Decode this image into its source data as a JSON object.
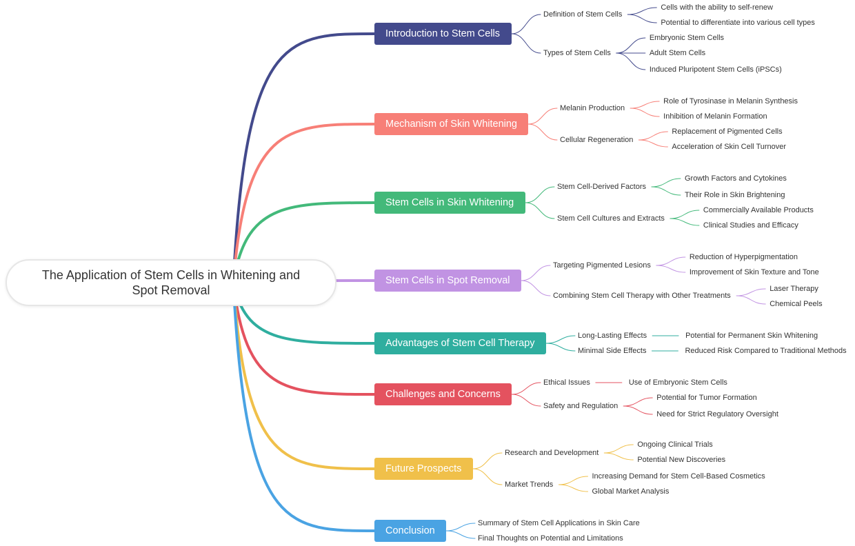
{
  "root": {
    "title": "The Application of Stem Cells in Whitening and Spot Removal"
  },
  "branches": [
    {
      "label": "Introduction to Stem Cells",
      "color": "#434a8c",
      "children": [
        {
          "label": "Definition of Stem Cells",
          "children": [
            "Cells with the ability to self-renew",
            "Potential to differentiate into various cell types"
          ]
        },
        {
          "label": "Types of Stem Cells",
          "children": [
            "Embryonic Stem Cells",
            "Adult Stem Cells",
            "Induced Pluripotent Stem Cells (iPSCs)"
          ]
        }
      ]
    },
    {
      "label": "Mechanism of Skin Whitening",
      "color": "#f77f77",
      "children": [
        {
          "label": "Melanin Production",
          "children": [
            "Role of Tyrosinase in Melanin Synthesis",
            "Inhibition of Melanin Formation"
          ]
        },
        {
          "label": "Cellular Regeneration",
          "children": [
            "Replacement of Pigmented Cells",
            "Acceleration of Skin Cell Turnover"
          ]
        }
      ]
    },
    {
      "label": "Stem Cells in Skin Whitening",
      "color": "#43b97a",
      "children": [
        {
          "label": "Stem Cell-Derived Factors",
          "children": [
            "Growth Factors and Cytokines",
            "Their Role in Skin Brightening"
          ]
        },
        {
          "label": "Stem Cell Cultures and Extracts",
          "children": [
            "Commercially Available Products",
            "Clinical Studies and Efficacy"
          ]
        }
      ]
    },
    {
      "label": "Stem Cells in Spot Removal",
      "color": "#c193e3",
      "children": [
        {
          "label": "Targeting Pigmented Lesions",
          "children": [
            "Reduction of Hyperpigmentation",
            "Improvement of Skin Texture and Tone"
          ]
        },
        {
          "label": "Combining Stem Cell Therapy with Other Treatments",
          "children": [
            "Laser Therapy",
            "Chemical Peels"
          ]
        }
      ]
    },
    {
      "label": "Advantages of Stem Cell Therapy",
      "color": "#2fae9f",
      "children": [
        {
          "label": "Long-Lasting Effects",
          "children": [
            "Potential for Permanent Skin Whitening"
          ]
        },
        {
          "label": "Minimal Side Effects",
          "children": [
            "Reduced Risk Compared to Traditional Methods"
          ]
        }
      ]
    },
    {
      "label": "Challenges and Concerns",
      "color": "#e4525f",
      "children": [
        {
          "label": "Ethical Issues",
          "children": [
            "Use of Embryonic Stem Cells"
          ]
        },
        {
          "label": "Safety and Regulation",
          "children": [
            "Potential for Tumor Formation",
            "Need for Strict Regulatory Oversight"
          ]
        }
      ]
    },
    {
      "label": "Future Prospects",
      "color": "#f0c04a",
      "children": [
        {
          "label": "Research and Development",
          "children": [
            "Ongoing Clinical Trials",
            "Potential New Discoveries"
          ]
        },
        {
          "label": "Market Trends",
          "children": [
            "Increasing Demand for Stem Cell-Based Cosmetics",
            "Global Market Analysis"
          ]
        }
      ]
    },
    {
      "label": "Conclusion",
      "color": "#4aa3e3",
      "children": [
        {
          "label": "Summary of Stem Cell Applications in Skin Care",
          "children": []
        },
        {
          "label": "Final Thoughts on Potential and Limitations",
          "children": []
        }
      ]
    }
  ]
}
